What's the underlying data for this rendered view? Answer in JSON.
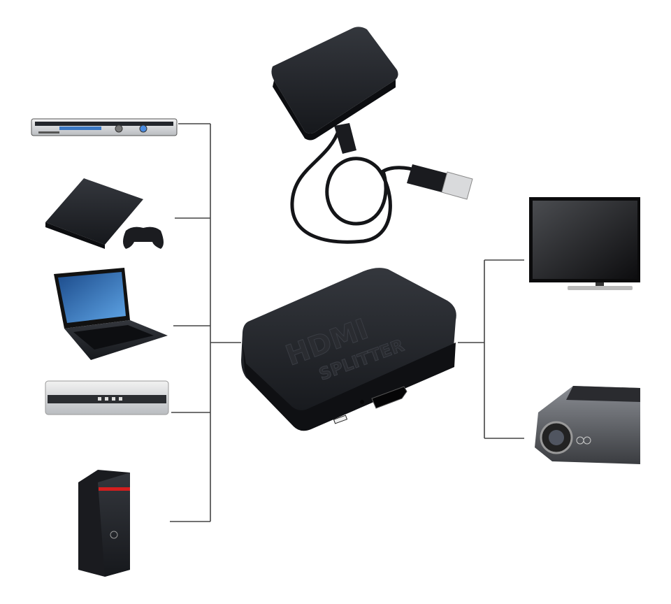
{
  "diagram": {
    "hub": {
      "logo_text_line1": "HDMI",
      "logo_text_line2": "SPLITTER"
    },
    "inputs": [
      "dvd-player",
      "game-console",
      "laptop",
      "set-top-box",
      "desktop-pc"
    ],
    "outputs": [
      "tv",
      "projector"
    ],
    "accessory": "usb-power-cable",
    "colors": {
      "device": "#1f2126",
      "connector_line": "#444444",
      "background": "#ffffff"
    }
  }
}
